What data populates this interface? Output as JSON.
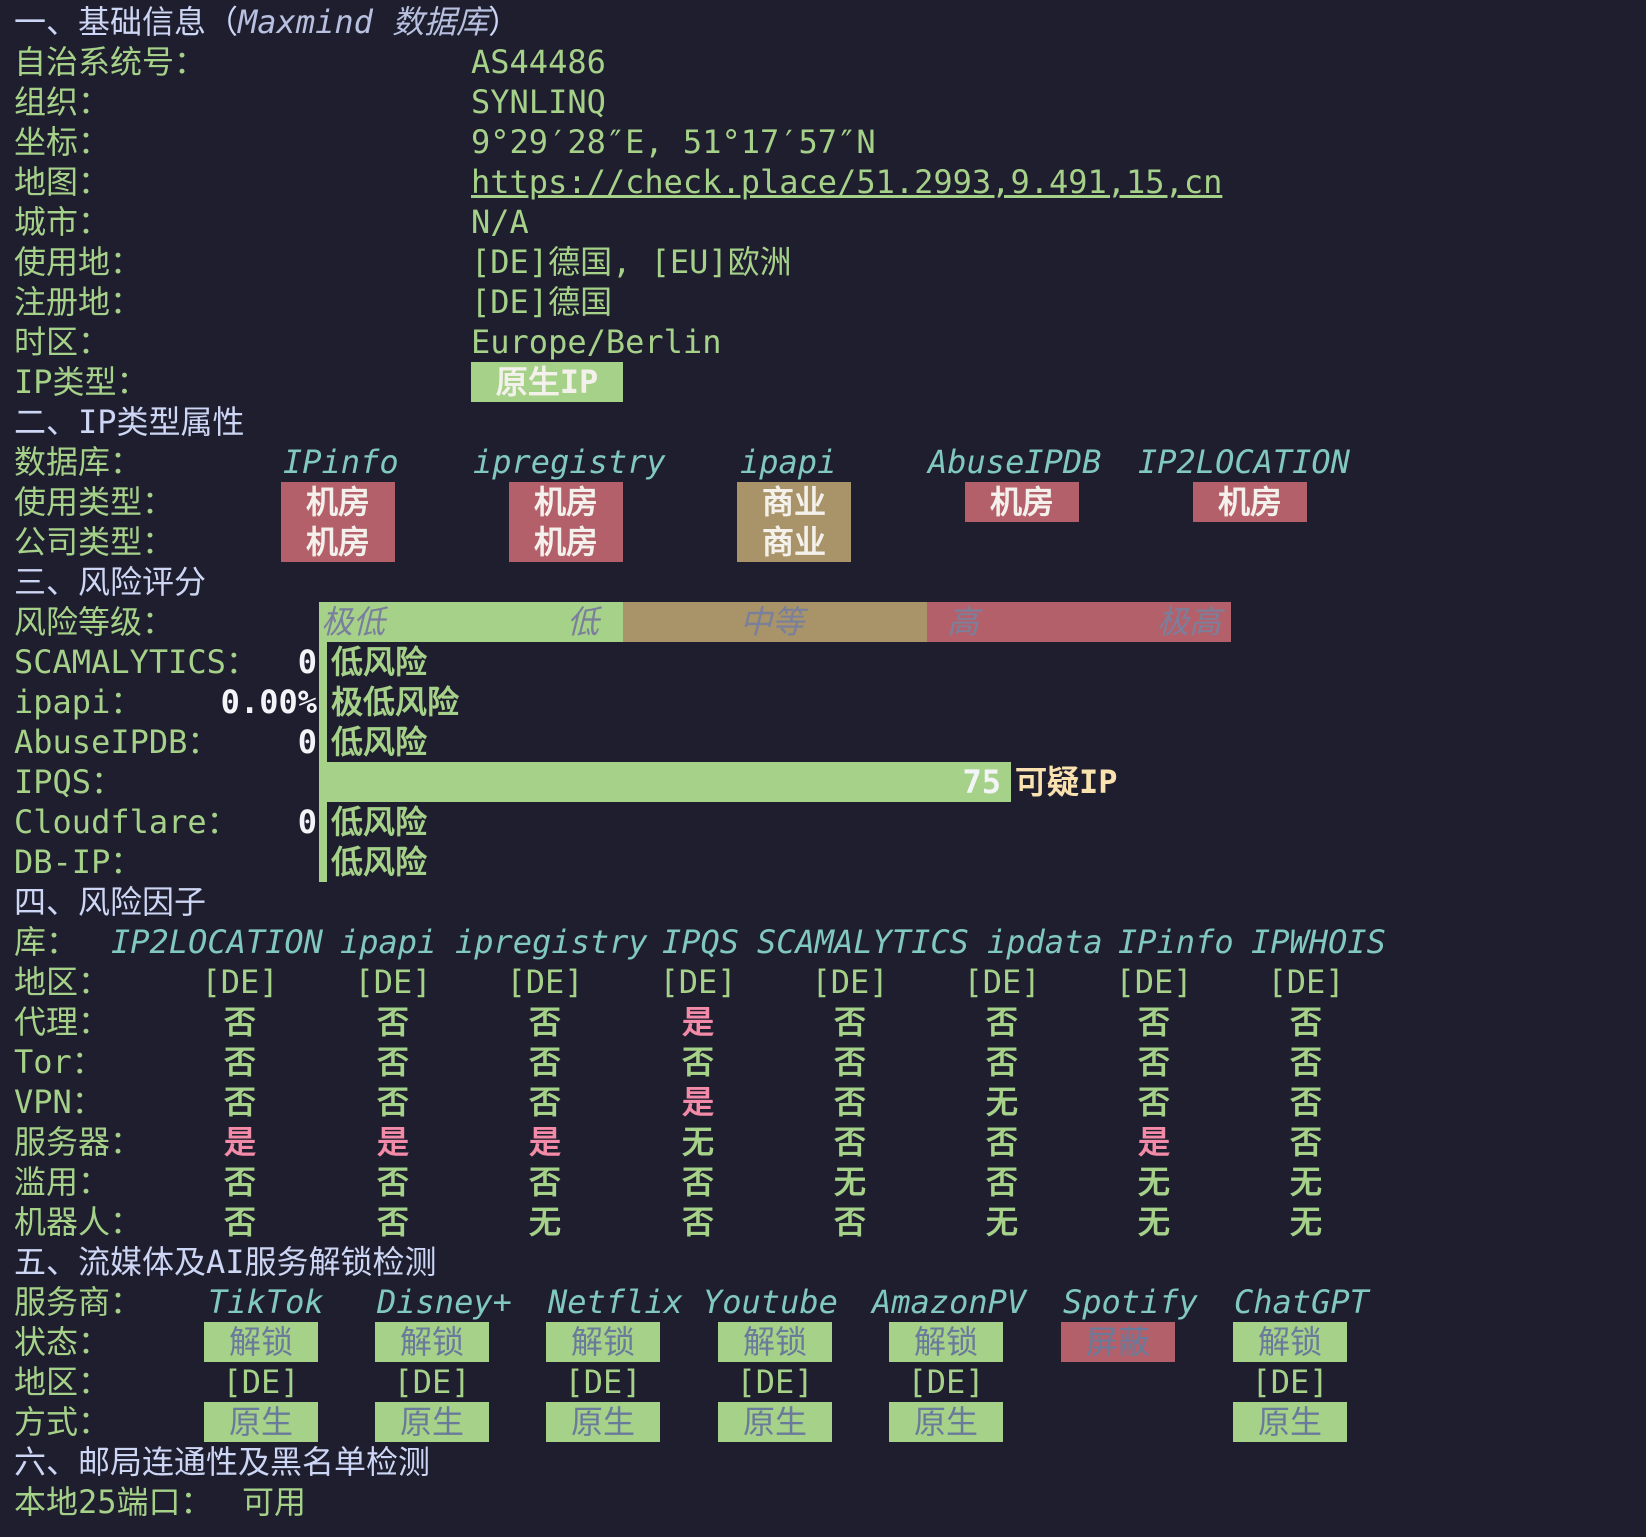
{
  "s1": {
    "title": "一、基础信息（",
    "title_db": "Maxmind 数据库",
    "title_end": "）",
    "rows": [
      {
        "label": "自治系统号：",
        "value": "AS44486"
      },
      {
        "label": "组织：",
        "value": "SYNLINQ"
      },
      {
        "label": "坐标：",
        "value": "9°29′28″E, 51°17′57″N"
      },
      {
        "label": "地图：",
        "value": "https://check.place/51.2993,9.491,15,cn"
      },
      {
        "label": "城市：",
        "value": "N/A"
      },
      {
        "label": "使用地：",
        "value": "[DE]德国, [EU]欧洲"
      },
      {
        "label": "注册地：",
        "value": "[DE]德国"
      },
      {
        "label": "时区：",
        "value": "Europe/Berlin"
      }
    ],
    "iptype_label": "IP类型：",
    "iptype_value": "原生IP"
  },
  "s2": {
    "title": "二、IP类型属性",
    "db_label": "数据库：",
    "use_label": "使用类型：",
    "company_label": "公司类型：",
    "dbs": [
      {
        "name": "IPinfo",
        "use": "机房",
        "company": "机房",
        "color": "red"
      },
      {
        "name": "ipregistry",
        "use": "机房",
        "company": "机房",
        "color": "red"
      },
      {
        "name": "ipapi",
        "use": "商业",
        "company": "商业",
        "color": "yellow"
      },
      {
        "name": "AbuseIPDB",
        "use": "机房",
        "company": "",
        "color": "red"
      },
      {
        "name": "IP2LOCATION",
        "use": "机房",
        "company": "",
        "color": "red"
      }
    ]
  },
  "s3": {
    "title": "三、风险评分",
    "level_label": "风险等级：",
    "scale": [
      "极低",
      "低",
      "中等",
      "高",
      "极高"
    ],
    "colors": {
      "low": "#a6d189",
      "mid": "#a89468",
      "high": "#b4606a"
    },
    "rows": [
      {
        "label": "SCAMALYTICS：",
        "score": "0",
        "verdict": "低风险",
        "fill": 0
      },
      {
        "label": "ipapi：",
        "score": "0.00%",
        "verdict": "极低风险",
        "fill": 0
      },
      {
        "label": "AbuseIPDB：",
        "score": "0",
        "verdict": "低风险",
        "fill": 0
      },
      {
        "label": "IPQS：",
        "score": "75",
        "verdict": "可疑IP",
        "fill": 75
      },
      {
        "label": "Cloudflare：",
        "score": "0",
        "verdict": "低风险",
        "fill": 0
      },
      {
        "label": "DB-IP：",
        "score": "",
        "verdict": "低风险",
        "fill": 0
      }
    ]
  },
  "s4": {
    "title": "四、风险因子",
    "lib_label": "库：",
    "libs": [
      "IP2LOCATION",
      "ipapi",
      "ipregistry",
      "IPQS",
      "SCAMALYTICS",
      "ipdata",
      "IPinfo",
      "IPWHOIS"
    ],
    "rows": [
      {
        "label": "地区：",
        "vals": [
          "[DE]",
          "[DE]",
          "[DE]",
          "[DE]",
          "[DE]",
          "[DE]",
          "[DE]",
          "[DE]"
        ]
      },
      {
        "label": "代理：",
        "vals": [
          "否",
          "否",
          "否",
          "是",
          "否",
          "否",
          "否",
          "否"
        ]
      },
      {
        "label": "Tor：",
        "vals": [
          "否",
          "否",
          "否",
          "否",
          "否",
          "否",
          "否",
          "否"
        ]
      },
      {
        "label": "VPN：",
        "vals": [
          "否",
          "否",
          "否",
          "是",
          "否",
          "无",
          "否",
          "否"
        ]
      },
      {
        "label": "服务器：",
        "vals": [
          "是",
          "是",
          "是",
          "无",
          "否",
          "否",
          "是",
          "否"
        ]
      },
      {
        "label": "滥用：",
        "vals": [
          "否",
          "否",
          "否",
          "否",
          "无",
          "否",
          "无",
          "无"
        ]
      },
      {
        "label": "机器人：",
        "vals": [
          "否",
          "否",
          "无",
          "否",
          "否",
          "无",
          "无",
          "无"
        ]
      }
    ]
  },
  "s5": {
    "title": "五、流媒体及AI服务解锁检测",
    "svc_label": "服务商：",
    "status_label": "状态：",
    "region_label": "地区：",
    "method_label": "方式：",
    "services": [
      {
        "name": "TikTok",
        "status": "解锁",
        "region": "[DE]",
        "method": "原生",
        "ok": true
      },
      {
        "name": "Disney+",
        "status": "解锁",
        "region": "[DE]",
        "method": "原生",
        "ok": true
      },
      {
        "name": "Netflix",
        "status": "解锁",
        "region": "[DE]",
        "method": "原生",
        "ok": true
      },
      {
        "name": "Youtube",
        "status": "解锁",
        "region": "[DE]",
        "method": "原生",
        "ok": true
      },
      {
        "name": "AmazonPV",
        "status": "解锁",
        "region": "[DE]",
        "method": "原生",
        "ok": true
      },
      {
        "name": "Spotify",
        "status": "屏蔽",
        "region": "",
        "method": "",
        "ok": false
      },
      {
        "name": "ChatGPT",
        "status": "解锁",
        "region": "[DE]",
        "method": "原生",
        "ok": true
      }
    ]
  },
  "s6": {
    "title": "六、邮局连通性及黑名单检测",
    "port_label": "本地25端口：",
    "port_value": "可用"
  }
}
